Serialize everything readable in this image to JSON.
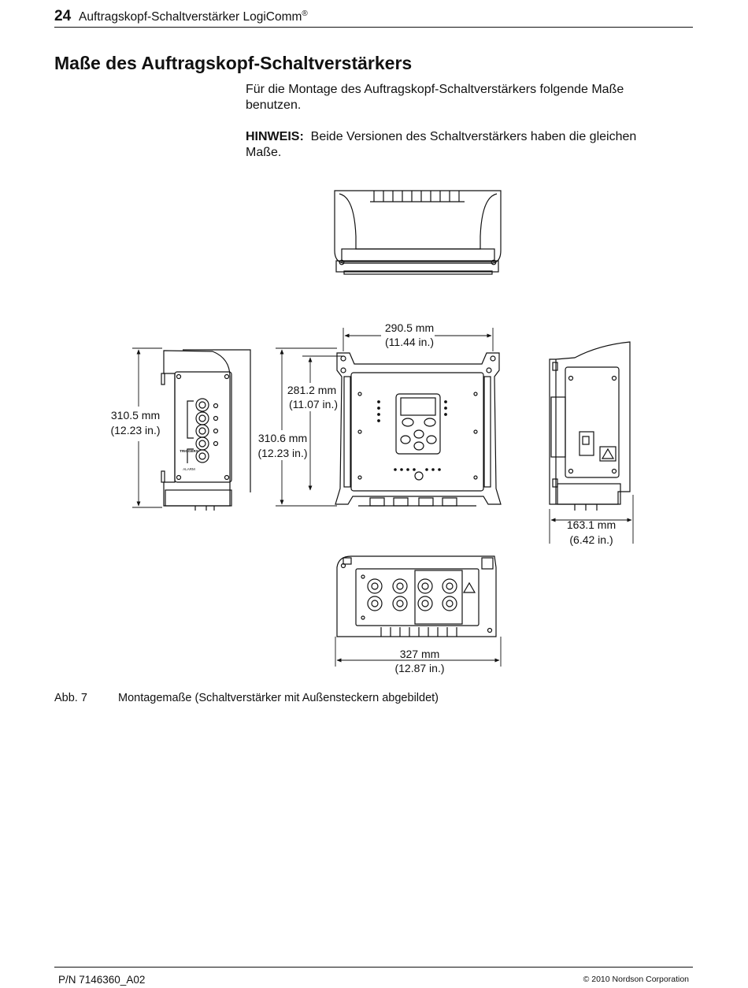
{
  "header": {
    "page_number": "24",
    "title": "Auftragskopf-Schaltverstärker LogiComm",
    "registered_mark": "®"
  },
  "section": {
    "heading": "Maße des Auftragskopf-Schaltverstärkers",
    "intro": "Für die Montage des Auftragskopf-Schaltverstärkers folgende Maße benutzen.",
    "note_label": "HINWEIS:",
    "note_text": "Beide Versionen des Schaltverstärkers haben die gleichen Maße."
  },
  "figure": {
    "dim_front_width_mm": "290.5 mm",
    "dim_front_width_in": "(11.44 in.)",
    "dim_front_inner_height_mm": "281.2 mm",
    "dim_front_inner_height_in": "(11.07 in.)",
    "dim_front_height_mm": "310.6 mm",
    "dim_front_height_in": "(12.23 in.)",
    "dim_side_height_mm": "310.5 mm",
    "dim_side_height_in": "(12.23 in.)",
    "dim_depth_mm": "163.1 mm",
    "dim_depth_in": "(6.42 in.)",
    "dim_bottom_width_mm": "327 mm",
    "dim_bottom_width_in": "(12.87 in.)",
    "side_panel_labels": {
      "brand": "TRIGGERS",
      "alarm": "ALARM"
    },
    "caption_number": "Abb. 7",
    "caption_text": "Montagemaße (Schaltverstärker mit Außensteckern abgebildet)"
  },
  "footer": {
    "part_number": "P/N 7146360_A02",
    "copyright": "© 2010 Nordson Corporation"
  }
}
